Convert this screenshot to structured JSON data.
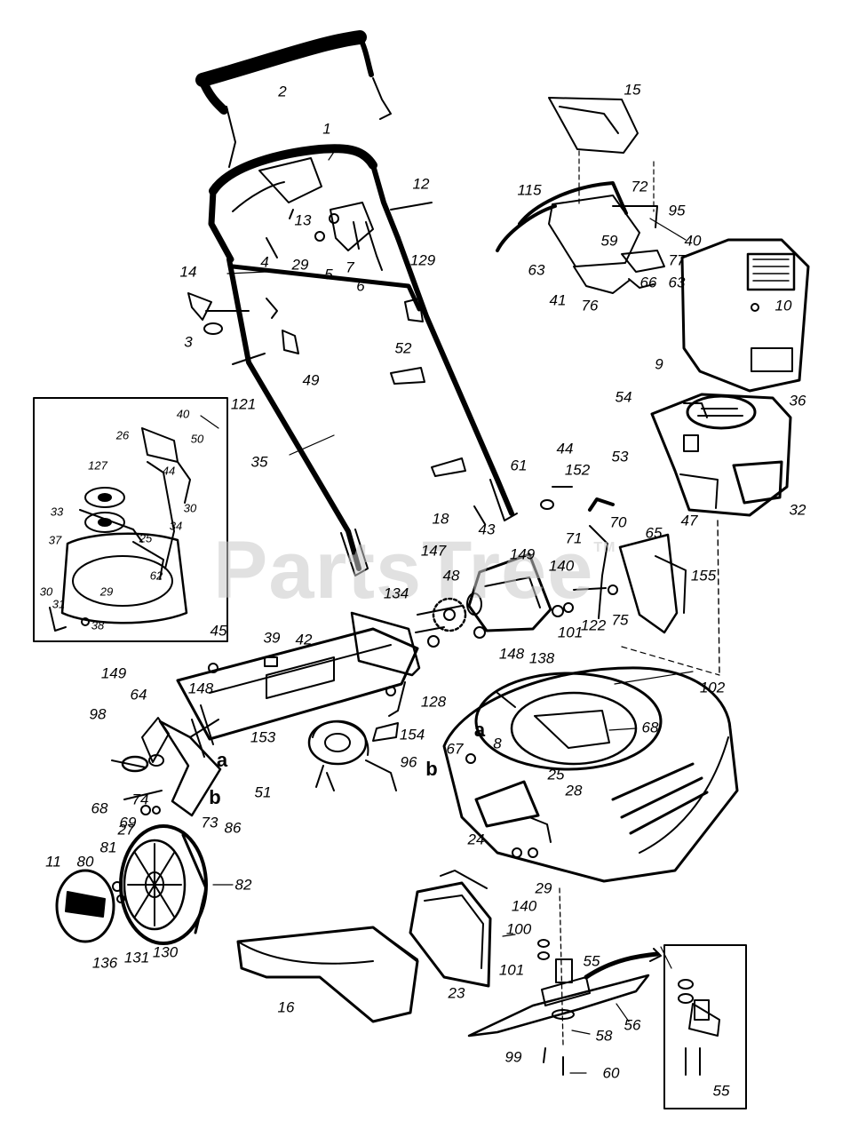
{
  "watermark": {
    "text": "PartsTree",
    "mark": "TM"
  },
  "callouts": [
    {
      "id": "p2",
      "text": "2"
    },
    {
      "id": "p1",
      "text": "1"
    },
    {
      "id": "p12",
      "text": "12"
    },
    {
      "id": "p13",
      "text": "13"
    },
    {
      "id": "p29a",
      "text": "29"
    },
    {
      "id": "p5",
      "text": "5"
    },
    {
      "id": "p7",
      "text": "7"
    },
    {
      "id": "p6",
      "text": "6"
    },
    {
      "id": "p129",
      "text": "129"
    },
    {
      "id": "p14",
      "text": "14"
    },
    {
      "id": "p4",
      "text": "4"
    },
    {
      "id": "p3",
      "text": "3"
    },
    {
      "id": "p121",
      "text": "121"
    },
    {
      "id": "p49",
      "text": "49"
    },
    {
      "id": "p52",
      "text": "52"
    },
    {
      "id": "p35",
      "text": "35"
    },
    {
      "id": "p15",
      "text": "15"
    },
    {
      "id": "p115",
      "text": "115"
    },
    {
      "id": "p72",
      "text": "72"
    },
    {
      "id": "p95",
      "text": "95"
    },
    {
      "id": "p40a",
      "text": "40"
    },
    {
      "id": "p59",
      "text": "59"
    },
    {
      "id": "p77",
      "text": "77"
    },
    {
      "id": "p63a",
      "text": "63"
    },
    {
      "id": "p66",
      "text": "66"
    },
    {
      "id": "p63b",
      "text": "63"
    },
    {
      "id": "p41",
      "text": "41"
    },
    {
      "id": "p76",
      "text": "76"
    },
    {
      "id": "p10",
      "text": "10"
    },
    {
      "id": "p9",
      "text": "9"
    },
    {
      "id": "p54",
      "text": "54"
    },
    {
      "id": "p36",
      "text": "36"
    },
    {
      "id": "p53",
      "text": "53"
    },
    {
      "id": "p32",
      "text": "32"
    },
    {
      "id": "p44a",
      "text": "44"
    },
    {
      "id": "p152",
      "text": "152"
    },
    {
      "id": "p61",
      "text": "61"
    },
    {
      "id": "p70",
      "text": "70"
    },
    {
      "id": "p47",
      "text": "47"
    },
    {
      "id": "p65",
      "text": "65"
    },
    {
      "id": "p71",
      "text": "71"
    },
    {
      "id": "p155",
      "text": "155"
    },
    {
      "id": "p18",
      "text": "18"
    },
    {
      "id": "p43",
      "text": "43"
    },
    {
      "id": "p147",
      "text": "147"
    },
    {
      "id": "p149a",
      "text": "149"
    },
    {
      "id": "p140a",
      "text": "140"
    },
    {
      "id": "p48",
      "text": "48"
    },
    {
      "id": "p134",
      "text": "134"
    },
    {
      "id": "p75",
      "text": "75"
    },
    {
      "id": "p122",
      "text": "122"
    },
    {
      "id": "p101a",
      "text": "101"
    },
    {
      "id": "p148a",
      "text": "148"
    },
    {
      "id": "p138",
      "text": "138"
    },
    {
      "id": "p45",
      "text": "45"
    },
    {
      "id": "p39",
      "text": "39"
    },
    {
      "id": "p42",
      "text": "42"
    },
    {
      "id": "p128",
      "text": "128"
    },
    {
      "id": "p102",
      "text": "102"
    },
    {
      "id": "p149b",
      "text": "149"
    },
    {
      "id": "p64",
      "text": "64"
    },
    {
      "id": "p148b",
      "text": "148"
    },
    {
      "id": "p98",
      "text": "98"
    },
    {
      "id": "p153",
      "text": "153"
    },
    {
      "id": "p154",
      "text": "154"
    },
    {
      "id": "p68a",
      "text": "68"
    },
    {
      "id": "p67",
      "text": "67"
    },
    {
      "id": "p8",
      "text": "8"
    },
    {
      "id": "p51",
      "text": "51"
    },
    {
      "id": "p96",
      "text": "96"
    },
    {
      "id": "p74",
      "text": "74"
    },
    {
      "id": "p68b",
      "text": "68"
    },
    {
      "id": "p25a",
      "text": "25"
    },
    {
      "id": "p28",
      "text": "28"
    },
    {
      "id": "p69",
      "text": "69"
    },
    {
      "id": "p73",
      "text": "73"
    },
    {
      "id": "p27",
      "text": "27"
    },
    {
      "id": "p86",
      "text": "86"
    },
    {
      "id": "p24",
      "text": "24"
    },
    {
      "id": "p29b",
      "text": "29"
    },
    {
      "id": "p11",
      "text": "11"
    },
    {
      "id": "p80",
      "text": "80"
    },
    {
      "id": "p81",
      "text": "81"
    },
    {
      "id": "p82",
      "text": "82"
    },
    {
      "id": "p140b",
      "text": "140"
    },
    {
      "id": "p136",
      "text": "136"
    },
    {
      "id": "p131",
      "text": "131"
    },
    {
      "id": "p130",
      "text": "130"
    },
    {
      "id": "p100",
      "text": "100"
    },
    {
      "id": "p101b",
      "text": "101"
    },
    {
      "id": "p55a",
      "text": "55"
    },
    {
      "id": "p16",
      "text": "16"
    },
    {
      "id": "p23",
      "text": "23"
    },
    {
      "id": "p56",
      "text": "56"
    },
    {
      "id": "p58",
      "text": "58"
    },
    {
      "id": "p99",
      "text": "99"
    },
    {
      "id": "p60",
      "text": "60"
    },
    {
      "id": "p55b",
      "text": "55"
    }
  ],
  "letters": [
    {
      "id": "la1",
      "text": "a"
    },
    {
      "id": "lb1",
      "text": "b"
    },
    {
      "id": "la2",
      "text": "a"
    },
    {
      "id": "lb2",
      "text": "b"
    }
  ],
  "inset_callouts": [
    {
      "id": "i40",
      "text": "40"
    },
    {
      "id": "i26",
      "text": "26"
    },
    {
      "id": "i50",
      "text": "50"
    },
    {
      "id": "i127",
      "text": "127"
    },
    {
      "id": "i44",
      "text": "44"
    },
    {
      "id": "i33",
      "text": "33"
    },
    {
      "id": "i30a",
      "text": "30"
    },
    {
      "id": "i34",
      "text": "34"
    },
    {
      "id": "i37",
      "text": "37"
    },
    {
      "id": "i25",
      "text": "25"
    },
    {
      "id": "i62",
      "text": "62"
    },
    {
      "id": "i29",
      "text": "29"
    },
    {
      "id": "i30b",
      "text": "30"
    },
    {
      "id": "i31",
      "text": "31"
    },
    {
      "id": "i38",
      "text": "38"
    }
  ]
}
